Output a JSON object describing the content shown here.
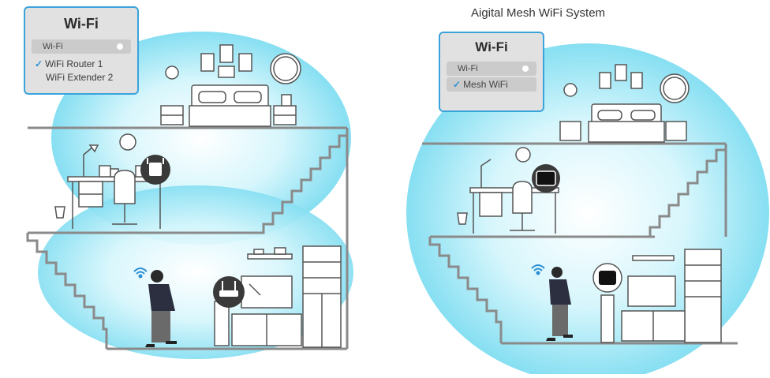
{
  "headline": "Aigital Mesh WiFi System",
  "left_card": {
    "title": "Wi-Fi",
    "toggle_label": "Wi-Fi",
    "networks": [
      {
        "label": "WiFi Router 1",
        "selected": true
      },
      {
        "label": "WiFi Extender 2",
        "selected": false
      }
    ]
  },
  "right_card": {
    "title": "Wi-Fi",
    "toggle_label": "Wi-Fi",
    "networks": [
      {
        "label": "Mesh WiFi",
        "selected": true
      }
    ]
  },
  "icons": {
    "check": "✓",
    "wifi": "wifi-icon",
    "router": "router-icon",
    "extender": "extender-icon",
    "mesh_node": "mesh-node-icon"
  },
  "colors": {
    "coverage": "#9fe6f5",
    "accent": "#3aa3dc",
    "line": "#8a8a8a",
    "card_bg": "#e1e1e1"
  }
}
